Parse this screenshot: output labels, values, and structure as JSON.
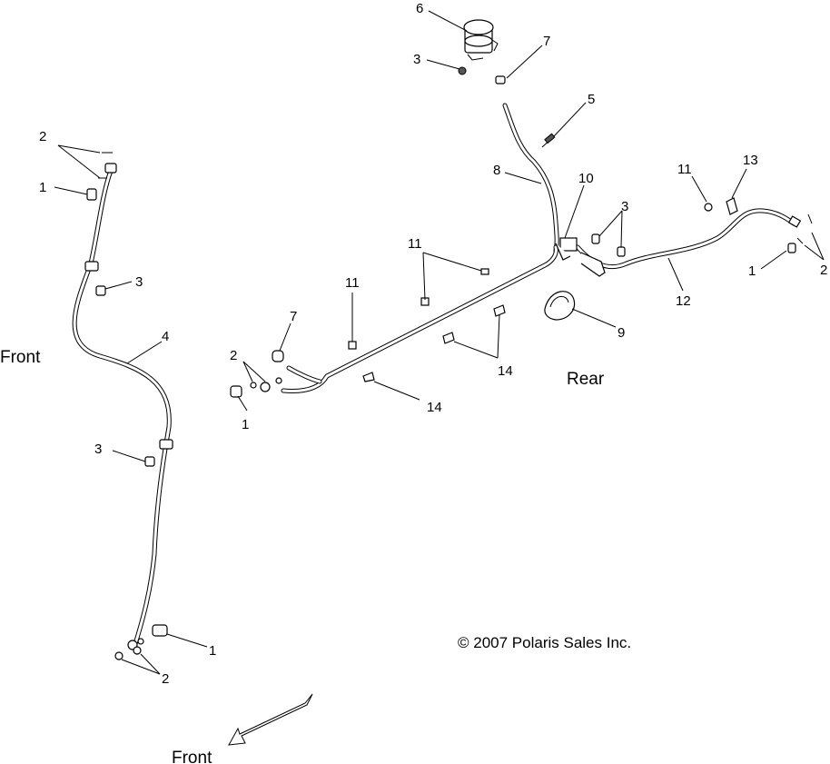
{
  "labels": {
    "front_left": "Front",
    "front_bottom": "Front",
    "rear": "Rear",
    "copyright": "© 2007 Polaris Sales Inc."
  },
  "callouts": {
    "c6": "6",
    "c7a": "7",
    "c3a": "3",
    "c5": "5",
    "c8": "8",
    "c10": "10",
    "c11a": "11",
    "c13": "13",
    "c3b": "3",
    "c2a": "2",
    "c1a": "1",
    "c12": "12",
    "c9": "9",
    "c2b": "2",
    "c1b": "1",
    "c3c": "3",
    "c4": "4",
    "c3d": "3",
    "c1c": "1",
    "c2c": "2",
    "c11b": "11",
    "c11c": "11",
    "c7b": "7",
    "c2d": "2",
    "c1d": "1",
    "c14a": "14",
    "c14b": "14"
  }
}
